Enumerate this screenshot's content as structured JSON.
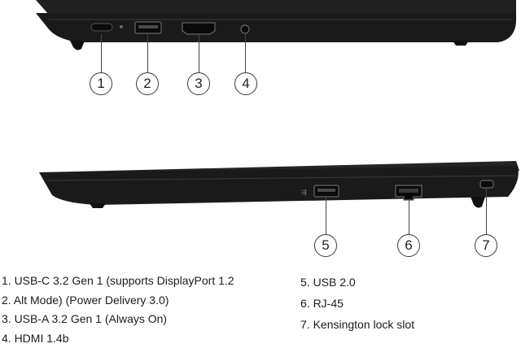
{
  "callouts": [
    "1",
    "2",
    "3",
    "4",
    "5",
    "6",
    "7"
  ],
  "legend": {
    "left": [
      "1. USB-C 3.2 Gen 1 (supports DisplayPort 1.2",
      "2. Alt Mode) (Power Delivery 3.0)",
      "3. USB-A 3.2 Gen 1 (Always On)",
      "4. HDMI 1.4b"
    ],
    "right": [
      "5. USB 2.0",
      "6. RJ-45",
      "7. Kensington lock slot"
    ]
  },
  "colors": {
    "chassis": "#1c1c1c",
    "chassis_edge": "#3a3a3a",
    "port": "#0d0d0d",
    "accent_line": "#444444"
  }
}
